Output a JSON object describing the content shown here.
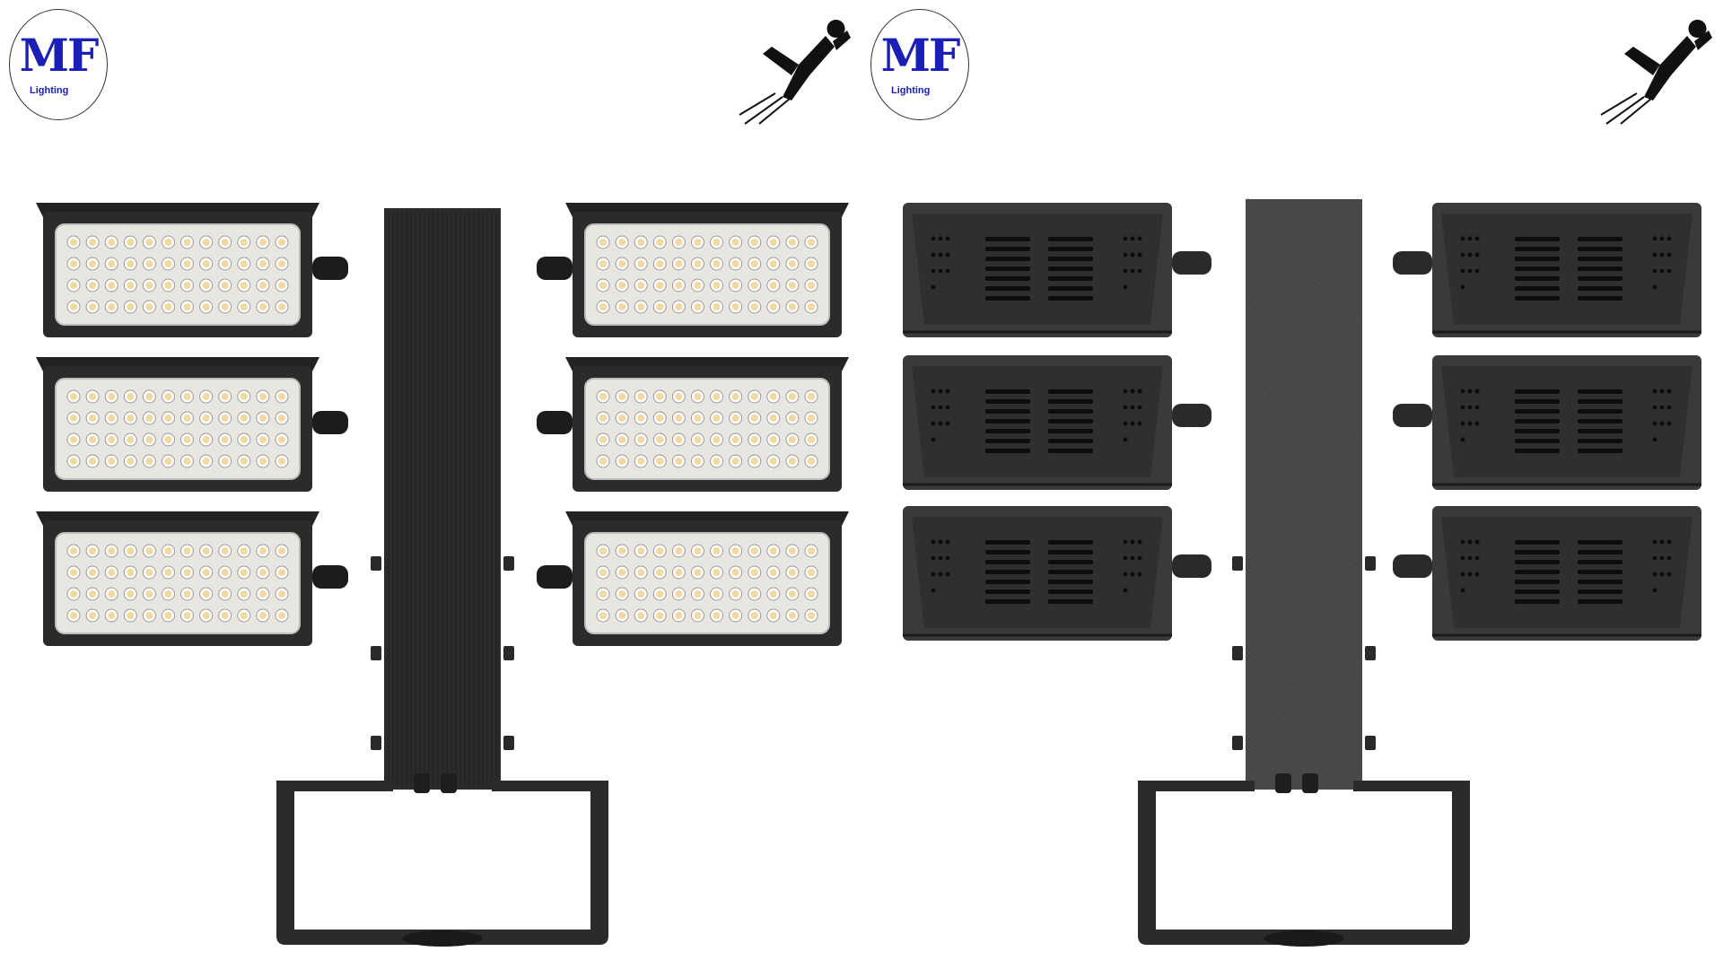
{
  "brand": {
    "mark": "MF",
    "sub": "Lighting"
  },
  "icons": {
    "mascot": "flying-hero-icon",
    "logo": "mf-lighting-logo"
  },
  "views": [
    {
      "side": "front",
      "modules": 6,
      "led_rows": 4,
      "led_cols": 12
    },
    {
      "side": "back",
      "modules": 6
    }
  ],
  "colors": {
    "logo_blue": "#1a1fb8",
    "housing": "#2b2b2b",
    "lens": "#e8e6e0",
    "led": "#f2d9a0",
    "back_housing": "#3a3a3a"
  }
}
